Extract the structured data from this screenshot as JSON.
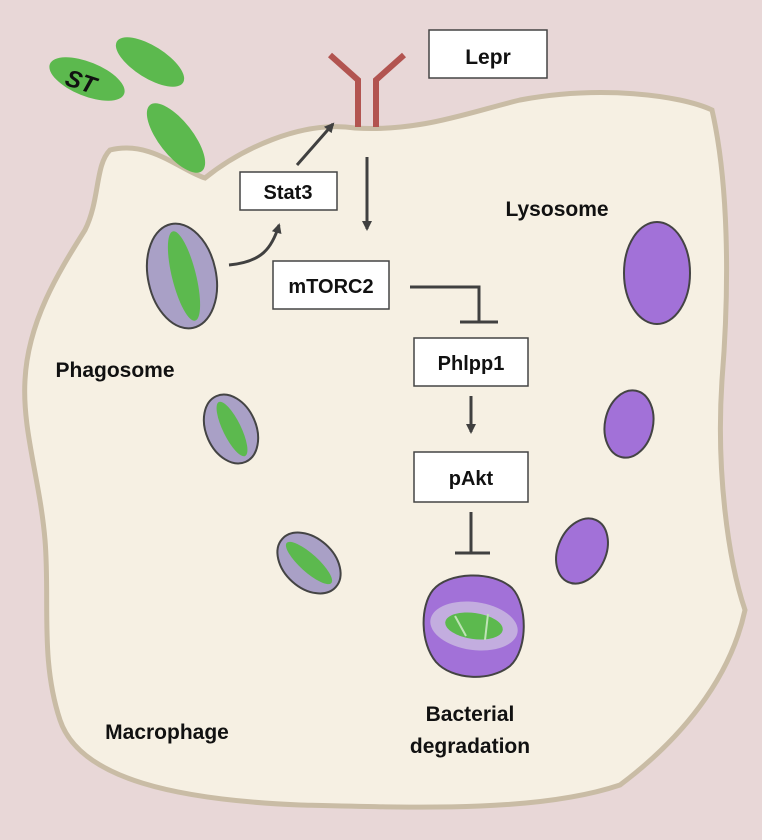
{
  "figure": {
    "colors": {
      "background": "#e8d7d7",
      "cell_fill": "#f6f0e3",
      "cell_stroke": "#c9bca5",
      "bacterium": "#5cb94e",
      "phagosome": "#a9a0c6",
      "lysosome": "#a271d8",
      "receptor": "#b25450",
      "arrow": "#404040"
    },
    "labels": {
      "st": "ST",
      "lysosome": "Lysosome",
      "phagosome": "Phagosome",
      "macrophage": "Macrophage",
      "bacterial_degradation_line1": "Bacterial",
      "bacterial_degradation_line2": "degradation"
    },
    "boxes": {
      "lepr": "Lepr",
      "stat3": "Stat3",
      "mtorc2": "mTORC2",
      "phlpp1": "Phlpp1",
      "pakt": "pAkt"
    },
    "icons": {
      "receptor": "receptor-y-icon",
      "bacterium": "rod-bacterium-icon",
      "activation": "arrow-icon",
      "inhibition": "t-bar-inhibition-icon"
    }
  }
}
